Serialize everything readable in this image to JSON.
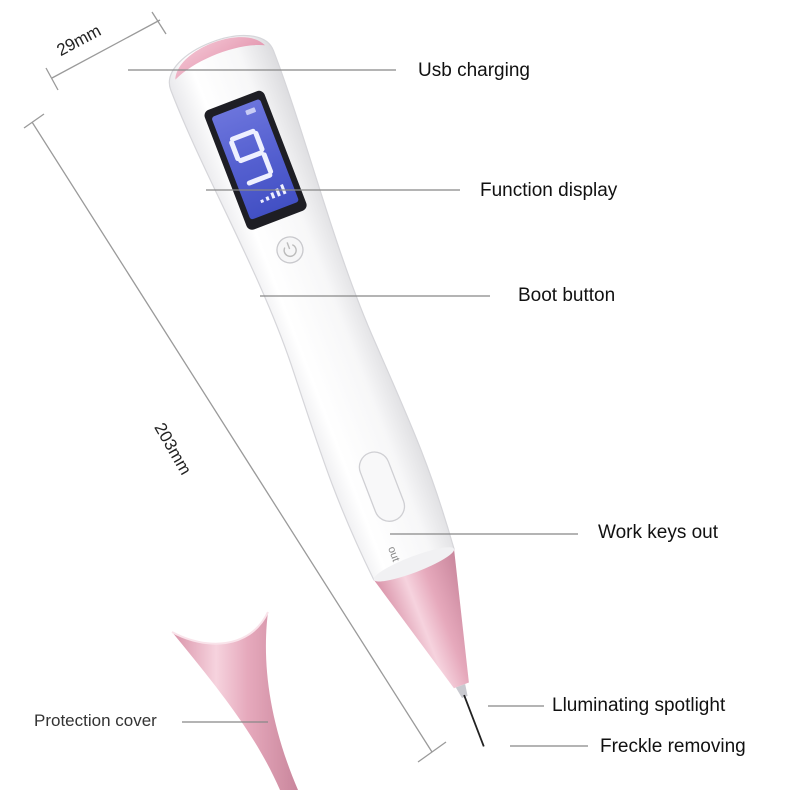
{
  "diagram": {
    "subject": "Freckle removal pen",
    "dimensions": {
      "width_label": "29mm",
      "length_label": "203mm"
    },
    "callouts": [
      {
        "id": "usb",
        "label": "Usb charging"
      },
      {
        "id": "display",
        "label": "Function display"
      },
      {
        "id": "boot",
        "label": "Boot button"
      },
      {
        "id": "work",
        "label": "Work keys out"
      },
      {
        "id": "spotlight",
        "label": "Lluminating spotlight"
      },
      {
        "id": "freckle",
        "label": "Freckle removing"
      },
      {
        "id": "cover",
        "label": "Protection cover"
      }
    ],
    "device": {
      "display_digit": "9",
      "button_label": "out",
      "power_icon": "power-icon"
    },
    "colors": {
      "body": "#fafafa",
      "accent_pink": "#e8aabb",
      "screen_blue": "#5a66d6",
      "screen_frame": "#1e1e24",
      "leader_line": "#888888"
    }
  }
}
